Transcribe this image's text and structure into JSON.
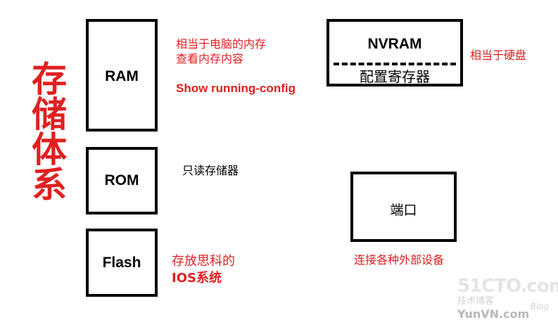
{
  "title": "存储体系",
  "ram": {
    "label": "RAM",
    "note_line1": "相当于电脑的内存",
    "note_line2": "查看内存内容",
    "command": "Show  running-config"
  },
  "rom": {
    "label": "ROM",
    "note": "只读存储器"
  },
  "flash": {
    "label": "Flash",
    "note_line1": "存放思科的",
    "note_line2": "IOS系统"
  },
  "nvram": {
    "label": "NVRAM",
    "sublabel": "配置寄存器",
    "note": "相当于硬盘"
  },
  "port": {
    "label": "端口",
    "note": "连接各种外部设备"
  },
  "watermark": {
    "line1": "51CTO.com",
    "line2": "技术博客",
    "line3": "Blog",
    "line4": "YunVN.com"
  },
  "colors": {
    "accent_red": "#e02020",
    "box_border": "#000000"
  }
}
